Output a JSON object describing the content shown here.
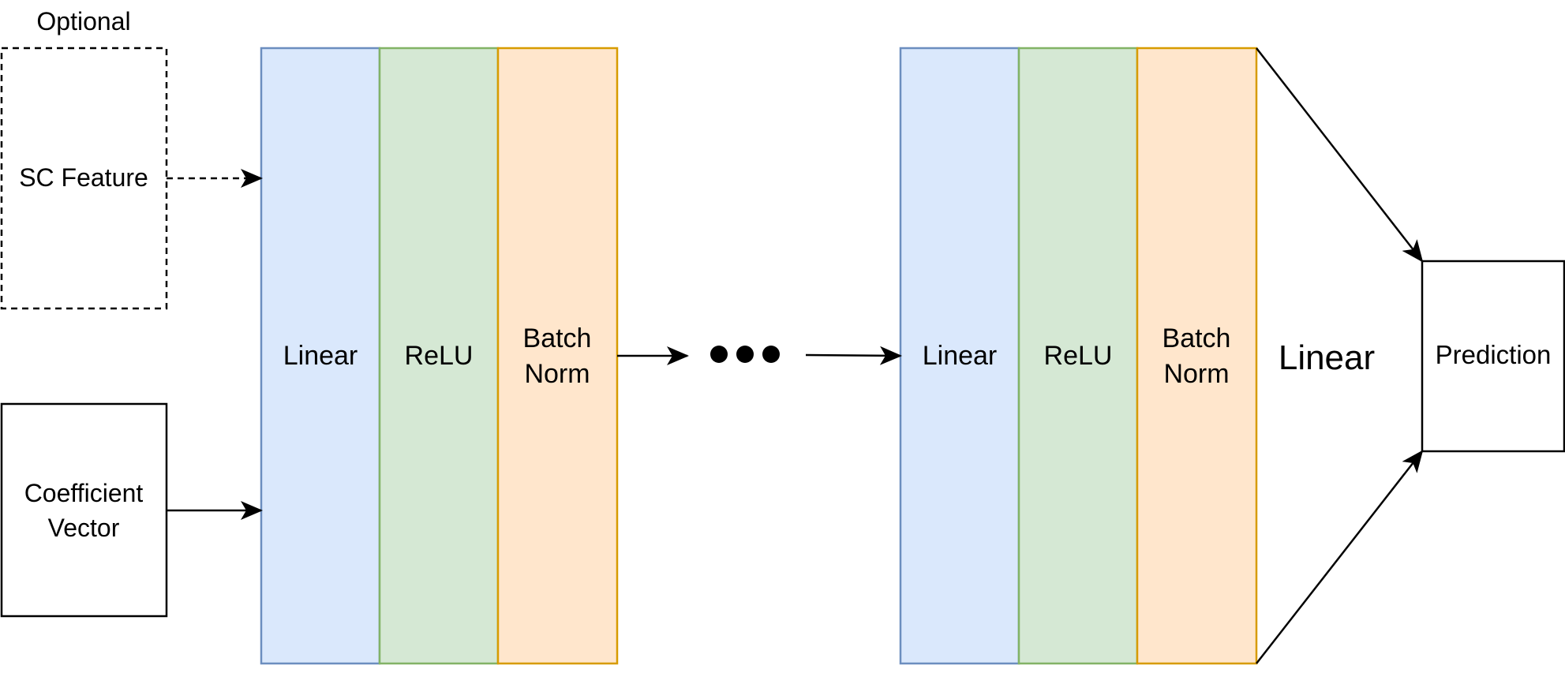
{
  "inputs": {
    "optional_caption": "Optional",
    "sc_feature": "SC Feature",
    "coefficient_line1": "Coefficient",
    "coefficient_line2": "Vector"
  },
  "block1": {
    "linear": "Linear",
    "relu": "ReLU",
    "batchnorm_line1": "Batch",
    "batchnorm_line2": "Norm"
  },
  "block2": {
    "linear": "Linear",
    "relu": "ReLU",
    "batchnorm_line1": "Batch",
    "batchnorm_line2": "Norm"
  },
  "output": {
    "linear_label": "Linear",
    "prediction": "Prediction"
  },
  "colors": {
    "linear_fill": "#dae8fc",
    "linear_stroke": "#6c8ebf",
    "relu_fill": "#d5e8d4",
    "relu_stroke": "#82b366",
    "batchnorm_fill": "#ffe6cc",
    "batchnorm_stroke": "#d79b00"
  }
}
